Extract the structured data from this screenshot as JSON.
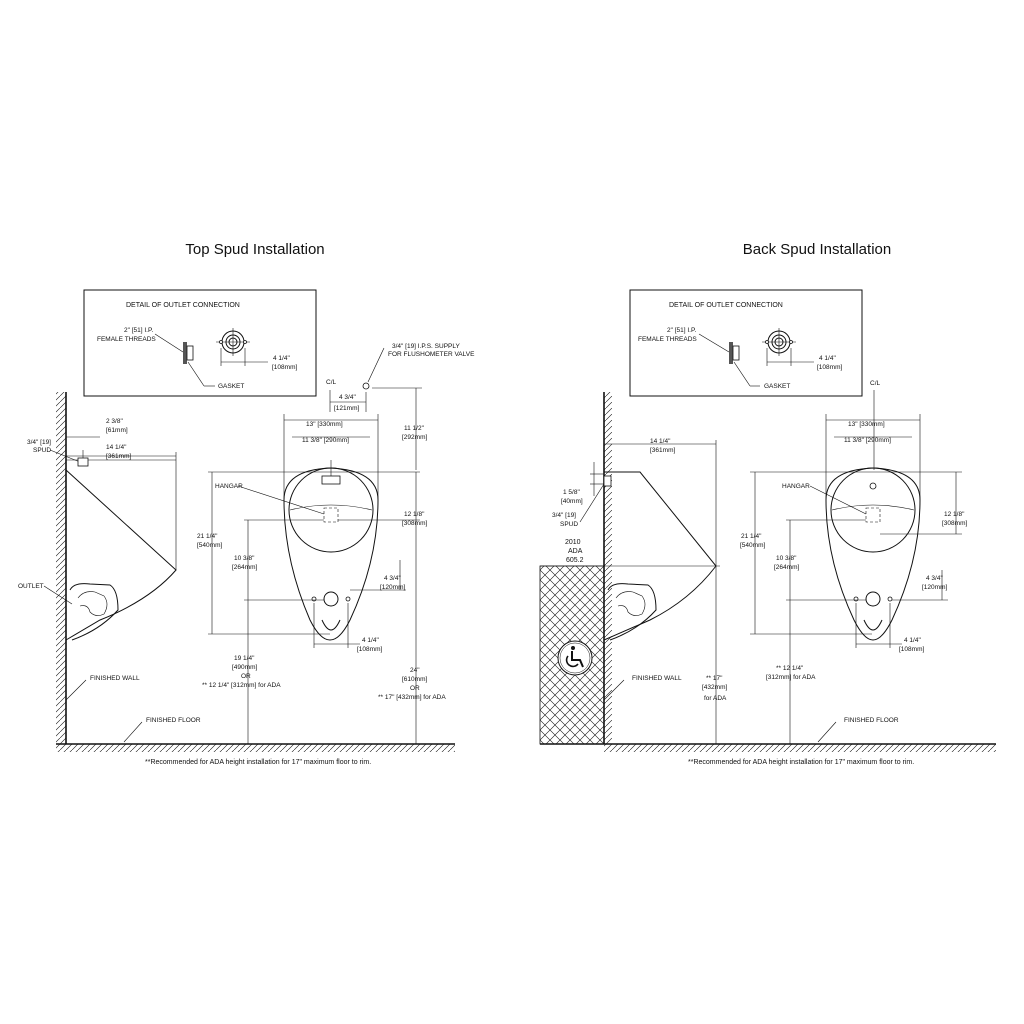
{
  "top": {
    "title": "Top Spud Installation",
    "detail_title": "DETAIL OF OUTLET CONNECTION",
    "detail_threads_1": "2\" [51] I.P.",
    "detail_threads_2": "FEMALE THREADS",
    "detail_gasket": "GASKET",
    "detail_dim_1": "4 1/4\"",
    "detail_dim_2": "[108mm]",
    "supply_1": "3/4\" [19] I.P.S. SUPPLY",
    "supply_2": "FOR FLUSHOMETER VALVE",
    "cl": "C/L",
    "spud_off_1": "4 3/4\"",
    "spud_off_2": "[121mm]",
    "top_h_1": "11 1/2\"",
    "top_h_2": "[292mm]",
    "d238_1": "2 3/8\"",
    "d238_2": "[61mm]",
    "spud_1": "3/4\" [19]",
    "spud_2": "SPUD",
    "d1414_1": "14 1/4\"",
    "d1414_2": "[361mm]",
    "w13_1": "13\" [330mm]",
    "w1138_1": "11 3/8\" [290mm]",
    "hangar": "HANGAR",
    "h2114_1": "21 1/4\"",
    "h2114_2": "[540mm]",
    "h1038_1": "10 3/8\"",
    "h1038_2": "[264mm]",
    "h1218_1": "12 1/8\"",
    "h1218_2": "[308mm]",
    "h434_1": "4 3/4\"",
    "h434_2": "[120mm]",
    "h414_1": "4 1/4\"",
    "h414_2": "[108mm]",
    "outlet": "OUTLET",
    "h1914_1": "19 1/4\"",
    "h1914_2": "[490mm]",
    "h1914_3": "OR",
    "h1914_4": "** 12 1/4\" [312mm] for ADA",
    "h24_1": "24\"",
    "h24_2": "[610mm]",
    "h24_3": "OR",
    "h24_4": "** 17\" [432mm] for ADA",
    "finished_wall": "FINISHED WALL",
    "finished_floor": "FINISHED FLOOR",
    "footnote": "**Recommended for ADA height installation for 17\" maximum floor to rim."
  },
  "back": {
    "title": "Back Spud Installation",
    "detail_title": "DETAIL OF OUTLET CONNECTION",
    "detail_threads_1": "2\" [51] I.P.",
    "detail_threads_2": "FEMALE THREADS",
    "detail_gasket": "GASKET",
    "detail_dim_1": "4 1/4\"",
    "detail_dim_2": "[108mm]",
    "cl": "C/L",
    "d1414_1": "14 1/4\"",
    "d1414_2": "[361mm]",
    "d158_1": "1 5/8\"",
    "d158_2": "[40mm]",
    "spud_1": "3/4\" [19]",
    "spud_2": "SPUD",
    "ada_1": "2010",
    "ada_2": "ADA",
    "ada_3": "605.2",
    "w13_1": "13\" [330mm]",
    "w1138_1": "11 3/8\" [290mm]",
    "hangar": "HANGAR",
    "h2114_1": "21 1/4\"",
    "h2114_2": "[540mm]",
    "h1038_1": "10 3/8\"",
    "h1038_2": "[264mm]",
    "h1218_1": "12 1/8\"",
    "h1218_2": "[308mm]",
    "h434_1": "4 3/4\"",
    "h434_2": "[120mm]",
    "h414_1": "4 1/4\"",
    "h414_2": "[108mm]",
    "h17_1": "** 17\"",
    "h17_2": "[432mm]",
    "h17_3": "for ADA",
    "h1214_1": "** 12 1/4\"",
    "h1214_2": "[312mm] for ADA",
    "finished_wall": "FINISHED WALL",
    "finished_floor": "FINISHED FLOOR",
    "footnote": "**Recommended for ADA height installation for 17\" maximum floor to rim."
  },
  "icons": {
    "accessibility": "wheelchair-icon"
  }
}
